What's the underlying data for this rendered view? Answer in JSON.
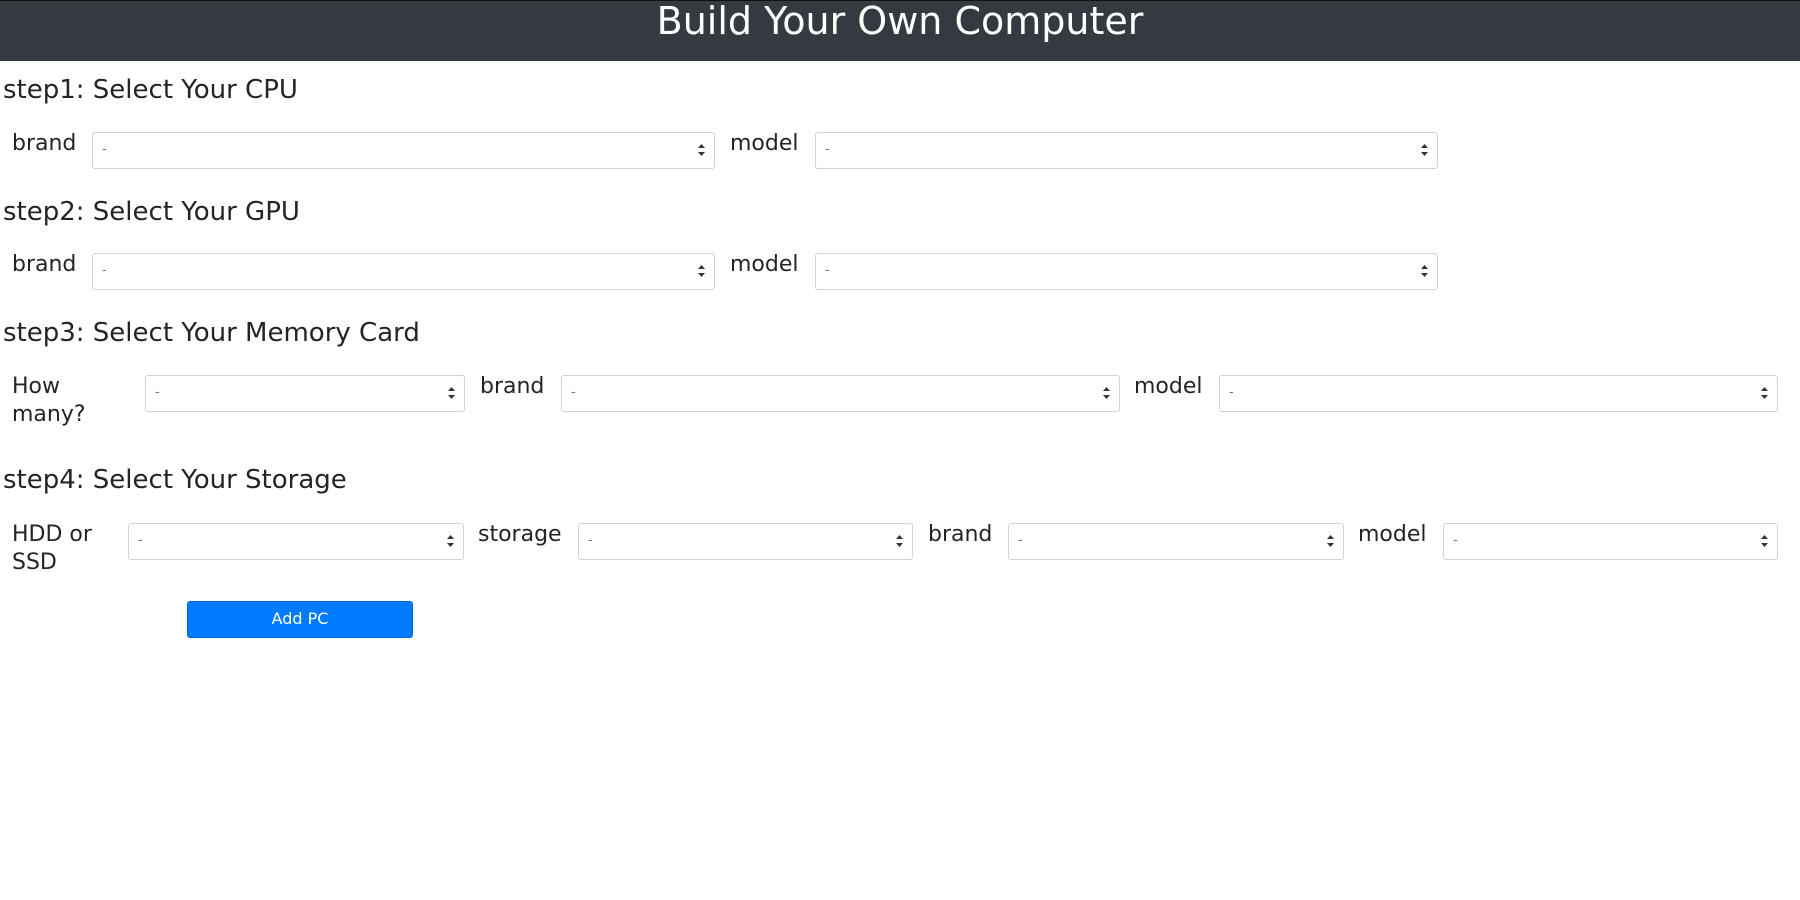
{
  "header": {
    "title": "Build Your Own Computer"
  },
  "step1": {
    "title": "step1: Select Your CPU",
    "brand_label": "brand",
    "brand_value": "-",
    "model_label": "model",
    "model_value": "-"
  },
  "step2": {
    "title": "step2: Select Your GPU",
    "brand_label": "brand",
    "brand_value": "-",
    "model_label": "model",
    "model_value": "-"
  },
  "step3": {
    "title": "step3: Select Your Memory Card",
    "count_label_line1": "How",
    "count_label_line2": "many?",
    "count_value": "-",
    "brand_label": "brand",
    "brand_value": "-",
    "model_label": "model",
    "model_value": "-"
  },
  "step4": {
    "title": "step4: Select Your Storage",
    "type_label_line1": "HDD or",
    "type_label_line2": "SSD",
    "type_value": "-",
    "storage_label": "storage",
    "storage_value": "-",
    "brand_label": "brand",
    "brand_value": "-",
    "model_label": "model",
    "model_value": "-"
  },
  "actions": {
    "add_label": "Add PC"
  },
  "colors": {
    "header_bg": "#343a40",
    "button_bg": "#007bff",
    "select_border": "#ced4da"
  },
  "icons": {
    "select_caret": "sort-caret-icon"
  }
}
